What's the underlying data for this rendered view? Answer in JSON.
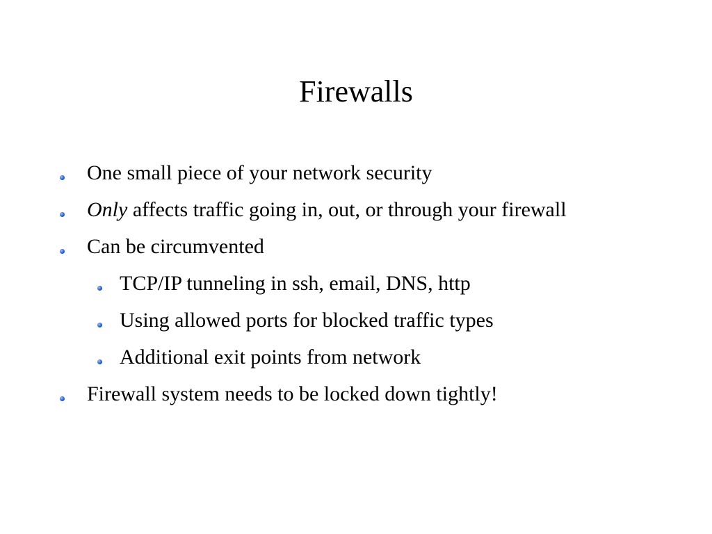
{
  "slide": {
    "title": "Firewalls",
    "bullets": [
      {
        "level": 1,
        "emphasis": "",
        "text": "One small piece of your network security"
      },
      {
        "level": 1,
        "emphasis": "Only",
        "text": " affects traffic going in, out, or through your firewall"
      },
      {
        "level": 1,
        "emphasis": "",
        "text": "Can be circumvented"
      },
      {
        "level": 2,
        "emphasis": "",
        "text": "TCP/IP tunneling in ssh, email, DNS, http"
      },
      {
        "level": 2,
        "emphasis": "",
        "text": "Using allowed ports for blocked traffic types"
      },
      {
        "level": 2,
        "emphasis": "",
        "text": "Additional exit points from network"
      },
      {
        "level": 1,
        "emphasis": "",
        "text": "Firewall system needs to be locked down tightly!"
      }
    ],
    "bullet_icon": "blue-sphere-bullet-icon",
    "bullet_color": "#2f5fcc"
  }
}
